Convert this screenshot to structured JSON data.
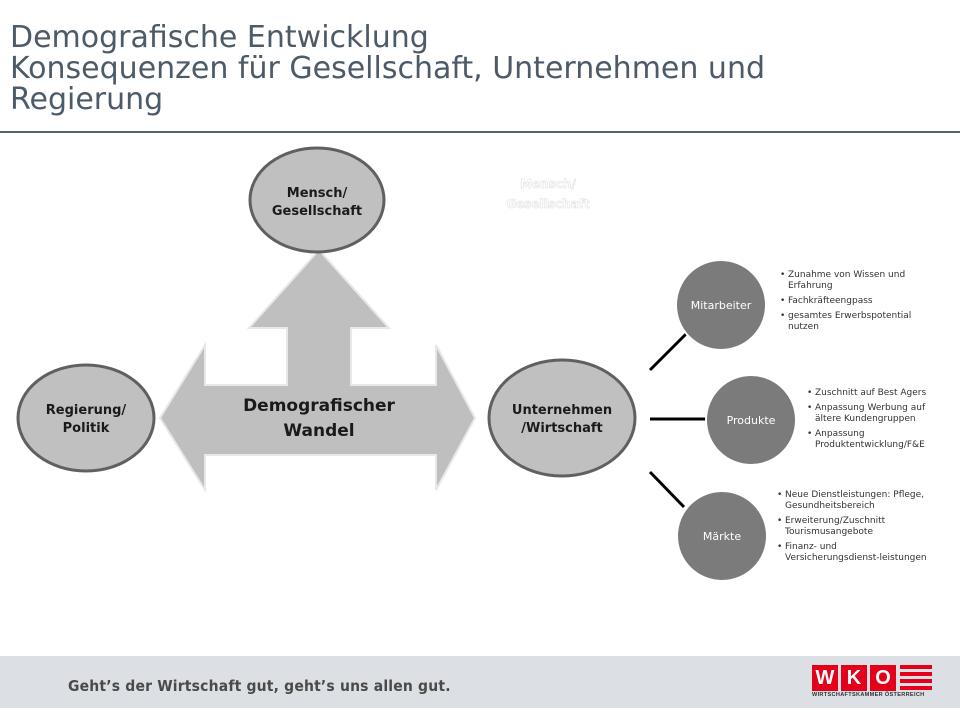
{
  "title": {
    "line1": "Demografische Entwicklung",
    "line2": "Konsequenzen für Gesellschaft, Unternehmen und",
    "line3": "Regierung"
  },
  "diagram": {
    "top_node": {
      "line1": "Mensch/",
      "line2": "Gesellschaft"
    },
    "ghost_label": {
      "line1": "Mensch/",
      "line2": "Gesellschaft"
    },
    "left_node": {
      "line1": "Regierung/",
      "line2": "Politik"
    },
    "center_arrow": {
      "line1": "Demografischer",
      "line2": "Wandel"
    },
    "right_node": {
      "line1": "Unternehmen",
      "line2": "/Wirtschaft"
    },
    "branches": [
      {
        "label": "Mitarbeiter",
        "bullets": [
          "Zunahme von Wissen und Erfahrung",
          "Fachkräfteengpass",
          "gesamtes Erwerbspotential nutzen"
        ]
      },
      {
        "label": "Produkte",
        "bullets": [
          "Zuschnitt auf Best Agers",
          "Anpassung Werbung auf ältere Kundengruppen",
          "Anpassung Produktentwicklung/F&E"
        ]
      },
      {
        "label": "Märkte",
        "bullets": [
          "Neue Dienstleistungen: Pflege, Gesundheitsbereich",
          "Erweiterung/Zuschnitt Tourismusangebote",
          "Finanz- und Versicherungsdienst-leistungen"
        ]
      }
    ]
  },
  "footer": {
    "slogan": "Geht’s der Wirtschaft gut, geht’s uns allen gut.",
    "logo_letters": [
      "W",
      "K",
      "O"
    ],
    "logo_subtitle": "WIRTSCHAFTSKAMMER ÖSTERREICH"
  },
  "colors": {
    "title": "#4d5a67",
    "node_fill": "#c0c0c0",
    "dark_node_fill": "#7b7b7b",
    "arrow_fill": "#bfbfbf",
    "brand_red": "#e2001a",
    "footer_bg": "#dcdfe3"
  }
}
